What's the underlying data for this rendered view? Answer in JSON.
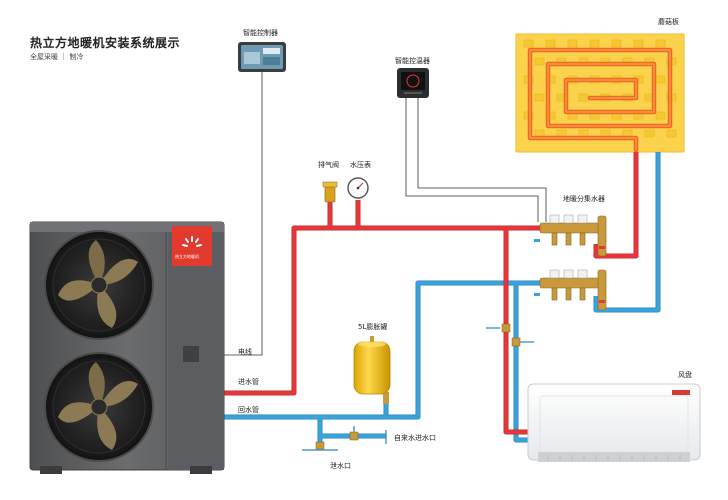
{
  "header": {
    "title": "热立方地暖机安装系统展示",
    "subtitle": "全屋采暖 ｜ 制冷"
  },
  "labels": {
    "controller": "智能控制器",
    "thermostat": "智能控温器",
    "floor_board": "蘑菇板",
    "exhaust_valve": "排气阀",
    "pressure_gauge": "水压表",
    "manifold": "地暖分集水器",
    "expansion_tank": "5L膨胀罐",
    "fan_coil": "风盘",
    "power_cable": "电线",
    "inlet_pipe": "进水管",
    "return_pipe": "回水管",
    "tap_water_inlet": "自来水进水口",
    "drain_outlet": "泄水口"
  },
  "unit": {
    "brand": "热立方地暖机"
  },
  "colors": {
    "supply_pipe": "#e5383b",
    "return_pipe": "#3ba3dc",
    "floor_board": "#fbd24b",
    "unit_body": "#5e6062",
    "brass": "#c89a3c"
  }
}
